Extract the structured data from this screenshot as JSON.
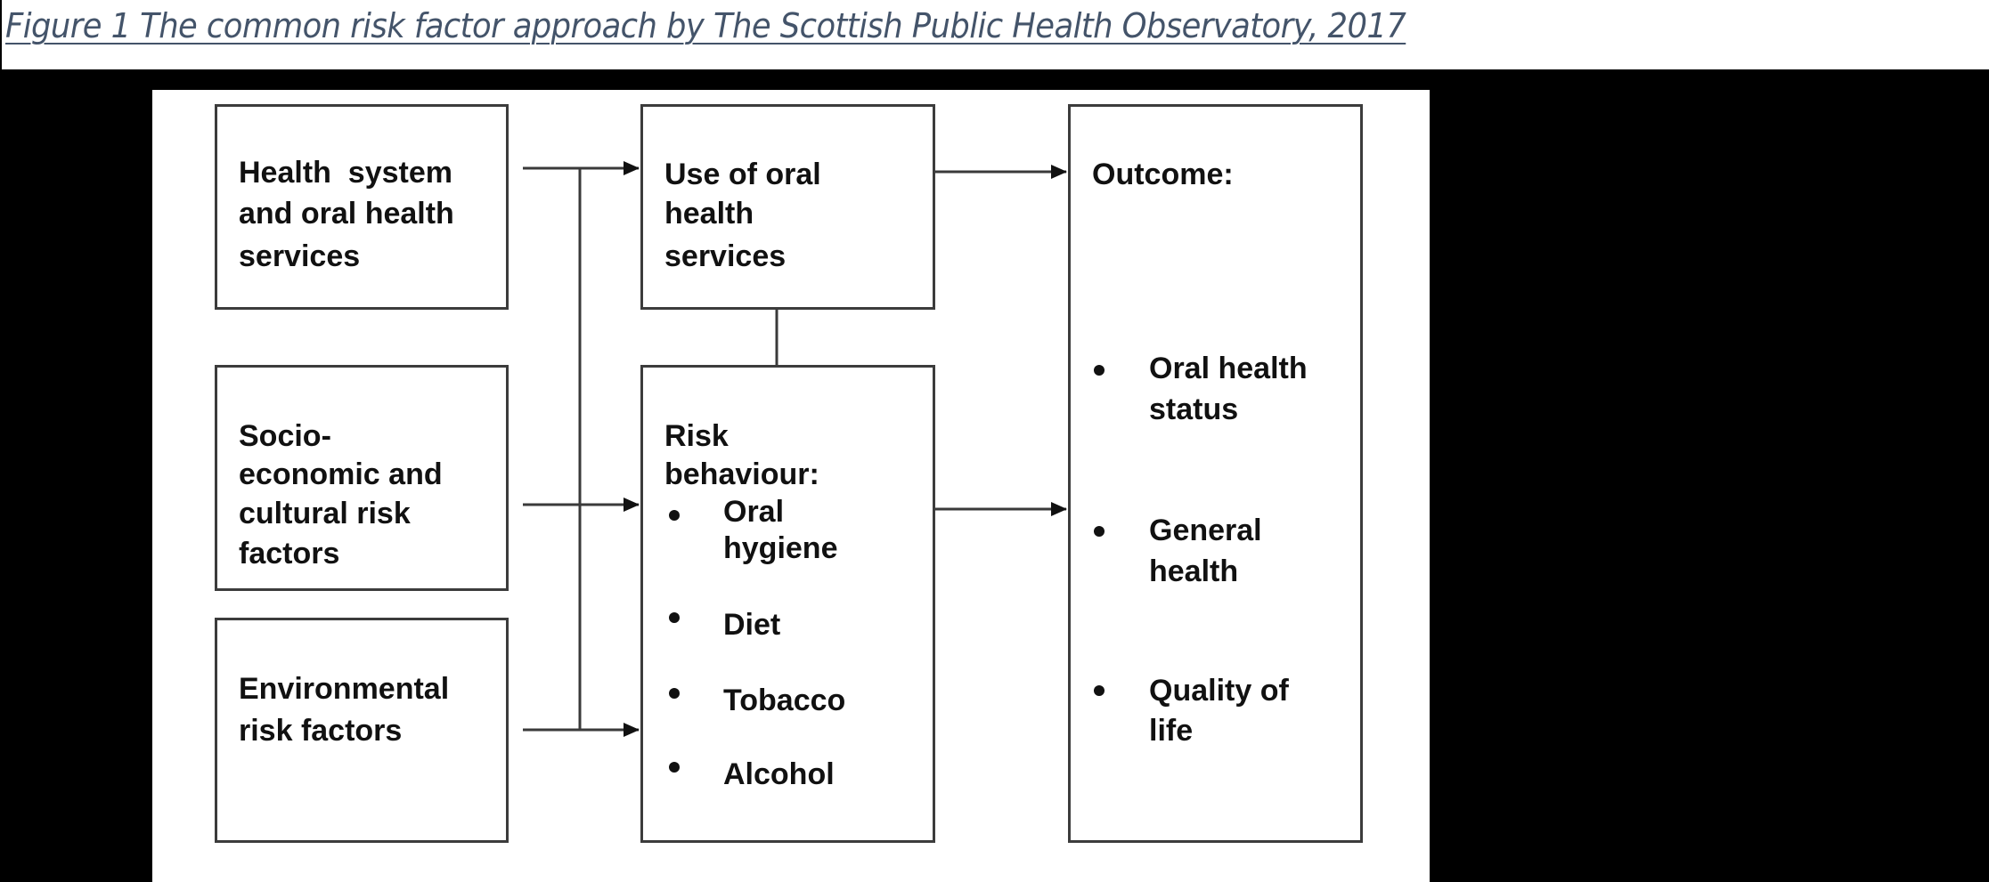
{
  "caption": {
    "text": "Figure 1 The common risk factor approach by The Scottish Public Health Observatory, 2017",
    "color": "#44546a"
  },
  "diagram": {
    "boxes": {
      "health_system": {
        "lines": [
          "Health  system",
          "and oral health",
          "services"
        ]
      },
      "socio_economic": {
        "lines": [
          "Socio-",
          "economic and",
          "cultural risk",
          "factors"
        ]
      },
      "environmental": {
        "lines": [
          "Environmental",
          "risk factors"
        ]
      },
      "use_of_services": {
        "lines": [
          "Use of oral",
          "health",
          "services"
        ]
      },
      "risk_behaviour": {
        "title_lines": [
          "Risk",
          "behaviour:"
        ],
        "items": [
          {
            "lines": [
              "Oral",
              "hygiene"
            ]
          },
          {
            "lines": [
              "Diet"
            ]
          },
          {
            "lines": [
              "Tobacco"
            ]
          },
          {
            "lines": [
              "Alcohol"
            ]
          }
        ]
      },
      "outcome": {
        "title": "Outcome:",
        "items": [
          {
            "lines": [
              "Oral health",
              "status"
            ]
          },
          {
            "lines": [
              "General",
              "health"
            ]
          },
          {
            "lines": [
              "Quality of",
              "life"
            ]
          }
        ]
      }
    },
    "arrows": [
      {
        "from": "health_system",
        "to": "use_of_services"
      },
      {
        "from": "socio_economic",
        "to": "risk_behaviour"
      },
      {
        "from": "environmental",
        "to": "risk_behaviour"
      },
      {
        "from": "use_of_services",
        "to": "outcome"
      },
      {
        "from": "risk_behaviour",
        "to": "outcome"
      }
    ],
    "connectors": [
      {
        "between": [
          "use_of_services",
          "risk_behaviour"
        ]
      },
      {
        "vertical_bus": [
          "health_system",
          "socio_economic",
          "environmental"
        ]
      }
    ]
  }
}
